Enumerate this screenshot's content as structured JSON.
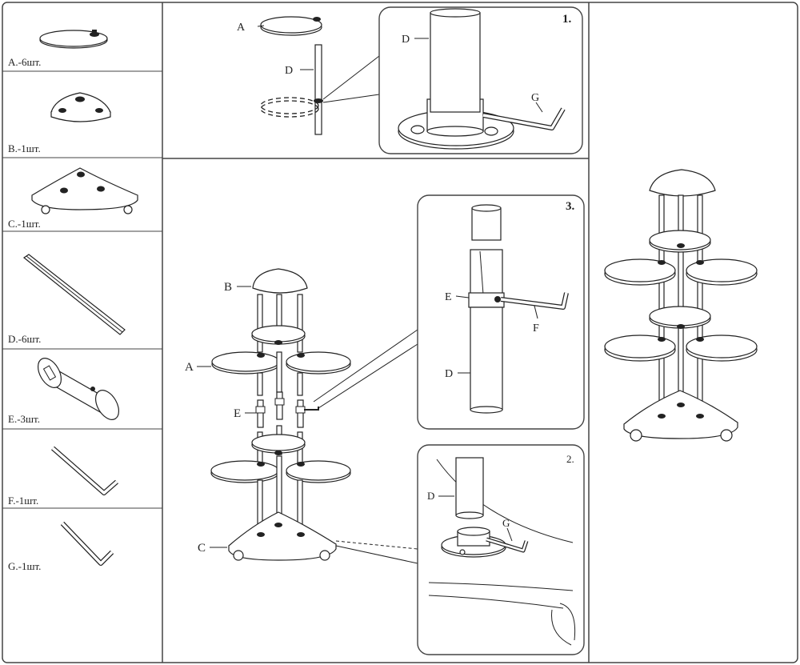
{
  "parts": [
    {
      "letter": "A",
      "label": "A.-6шт."
    },
    {
      "letter": "B",
      "label": "B.-1шт."
    },
    {
      "letter": "C",
      "label": "C.-1шт."
    },
    {
      "letter": "D",
      "label": "D.-6шт."
    },
    {
      "letter": "E",
      "label": "E.-3шт."
    },
    {
      "letter": "F",
      "label": "F.-1шт."
    },
    {
      "letter": "G",
      "label": "G.-1шт."
    }
  ],
  "step1": {
    "callout_a": "A",
    "callout_d": "D",
    "detail_number": "1.",
    "detail_d": "D",
    "detail_g": "G"
  },
  "main": {
    "callout_b": "B",
    "callout_a": "A",
    "callout_e": "E",
    "callout_c": "C"
  },
  "detail3": {
    "number": "3.",
    "callout_e": "E",
    "callout_f": "F",
    "callout_d": "D"
  },
  "detail2": {
    "number": "2.",
    "callout_d": "D",
    "callout_g": "G"
  }
}
